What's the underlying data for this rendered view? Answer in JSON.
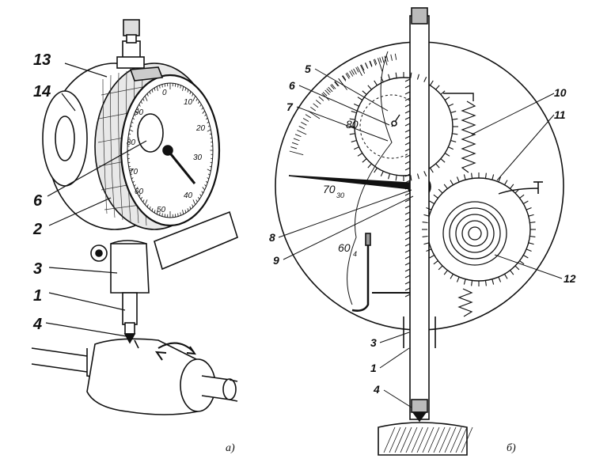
{
  "figure_a": {
    "caption": "а)",
    "callouts": [
      "13",
      "14",
      "6",
      "2",
      "3",
      "1",
      "4"
    ],
    "dial_numbers": [
      "0",
      "10",
      "20",
      "30",
      "40",
      "50",
      "60",
      "70",
      "80",
      "90"
    ]
  },
  "figure_b": {
    "caption": "б)",
    "callouts": [
      "5",
      "6",
      "7",
      "8",
      "9",
      "10",
      "11",
      "12",
      "3",
      "1",
      "4"
    ],
    "dial_numbers": [
      "80",
      "70",
      "30",
      "60",
      "4"
    ]
  },
  "colors": {
    "ink": "#111111",
    "paper": "#ffffff"
  }
}
